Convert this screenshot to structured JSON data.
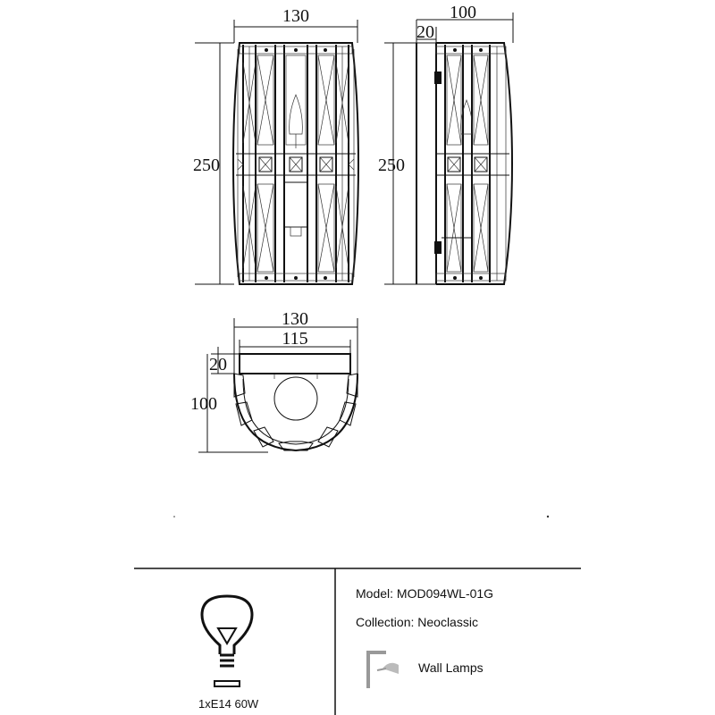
{
  "dimensions": {
    "front_width": "130",
    "front_height": "250",
    "side_depth": "100",
    "side_offset": "20",
    "side_height": "250",
    "top_width": "130",
    "top_inner_width": "115",
    "top_offset": "20",
    "top_depth": "100"
  },
  "spec": {
    "bulb": "1xE14 60W",
    "model_label": "Model:",
    "model_value": "MOD094WL-01G",
    "collection_label": "Collection:",
    "collection_value": "Neoclassic",
    "category": "Wall Lamps"
  },
  "icons": {
    "bulb": "light-bulb-icon",
    "category": "wall-lamp-icon"
  }
}
